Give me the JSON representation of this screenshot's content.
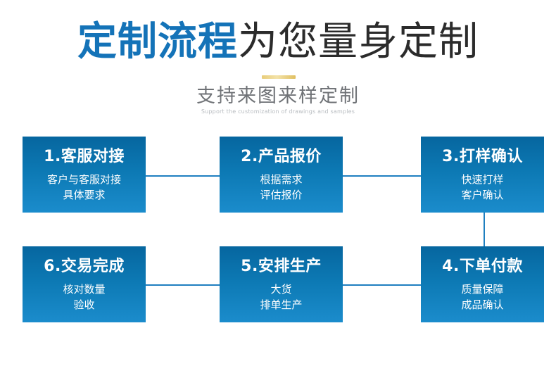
{
  "header": {
    "title_accent": "定制流程",
    "title_rest": "为您量身定制",
    "subtitle_cn": "支持来图来样定制",
    "subtitle_en": "Support the customization of drawings and samples",
    "accent_color": "#1473b8",
    "rest_color": "#2b2b2b",
    "divider_color": "#e8cd7a",
    "subtitle_cn_color": "#6f7276",
    "subtitle_en_color": "#b8bcc0"
  },
  "flow": {
    "box_gradient_top": "#06669f",
    "box_gradient_bottom": "#1b8ccc",
    "connector_color": "#1f7fc0",
    "steps": [
      {
        "number": "1",
        "title": "1.客服对接",
        "desc_line1": "客户与客服对接",
        "desc_line2": "具体要求"
      },
      {
        "number": "2",
        "title": "2.产品报价",
        "desc_line1": "根据需求",
        "desc_line2": "评估报价"
      },
      {
        "number": "3",
        "title": "3.打样确认",
        "desc_line1": "快速打样",
        "desc_line2": "客户确认"
      },
      {
        "number": "4",
        "title": "4.下单付款",
        "desc_line1": "质量保障",
        "desc_line2": "成品确认"
      },
      {
        "number": "5",
        "title": "5.安排生产",
        "desc_line1": "大货",
        "desc_line2": "排单生产"
      },
      {
        "number": "6",
        "title": "6.交易完成",
        "desc_line1": "核对数量",
        "desc_line2": "验收"
      }
    ]
  }
}
